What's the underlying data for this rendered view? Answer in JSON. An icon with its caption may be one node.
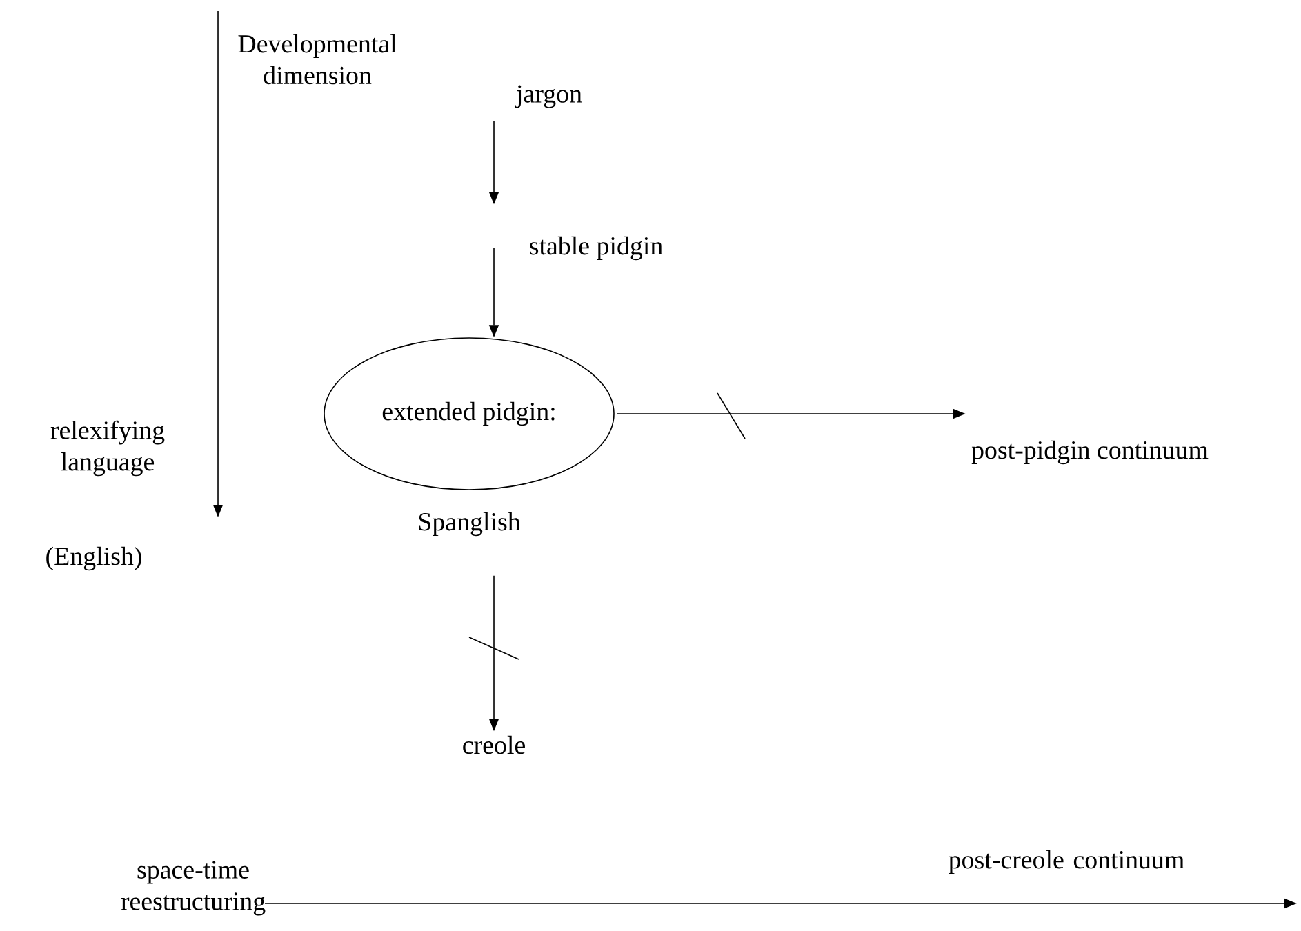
{
  "diagram": {
    "nodes": [
      {
        "text": [
          "jargon"
        ]
      },
      {
        "text": [
          "stable pidgin"
        ]
      },
      {
        "text": [
          "extended pidgin:"
        ],
        "beside": [
          "Spanglish"
        ]
      },
      {
        "text": [
          "post-pidgin continuum"
        ]
      },
      {
        "text": [
          "creole"
        ]
      }
    ],
    "edges": [
      {
        "from": 0,
        "to": 1,
        "arrow": "to"
      },
      {
        "from": 1,
        "to": 2,
        "arrow": "to"
      },
      {
        "from": 2,
        "to": 3,
        "arrow": "to"
      },
      {
        "from": 2,
        "to": 4,
        "arrow": "to"
      }
    ],
    "labels": [
      "Developmental dimension",
      "relexifying language",
      "(English)",
      "post-creole continuum",
      "space-time reestructuring"
    ]
  }
}
